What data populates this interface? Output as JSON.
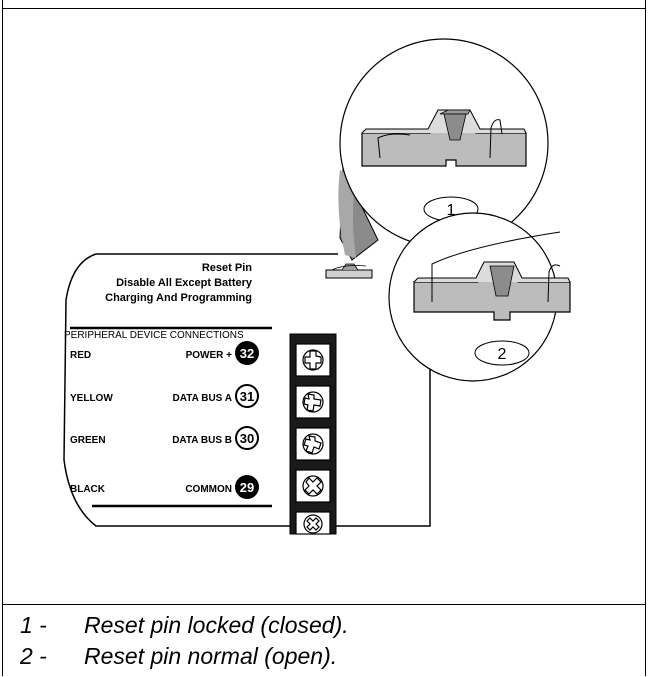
{
  "diagram": {
    "reset_label": {
      "line1": "Reset Pin",
      "line2": "Disable All Except Battery",
      "line3": "Charging And Programming"
    },
    "peripheral_header": "PERIPHERAL DEVICE CONNECTIONS",
    "terminals": [
      {
        "wire": "RED",
        "signal": "POWER +",
        "number": "32",
        "filled": true
      },
      {
        "wire": "YELLOW",
        "signal": "DATA BUS A",
        "number": "31",
        "filled": false
      },
      {
        "wire": "GREEN",
        "signal": "DATA BUS B",
        "number": "30",
        "filled": false
      },
      {
        "wire": "BLACK",
        "signal": "COMMON",
        "number": "29",
        "filled": true
      }
    ],
    "callouts": [
      "1",
      "2"
    ]
  },
  "captions": [
    {
      "number": "1 -",
      "text": "Reset pin locked (closed)."
    },
    {
      "number": "2 -",
      "text": "Reset pin normal (open)."
    }
  ]
}
